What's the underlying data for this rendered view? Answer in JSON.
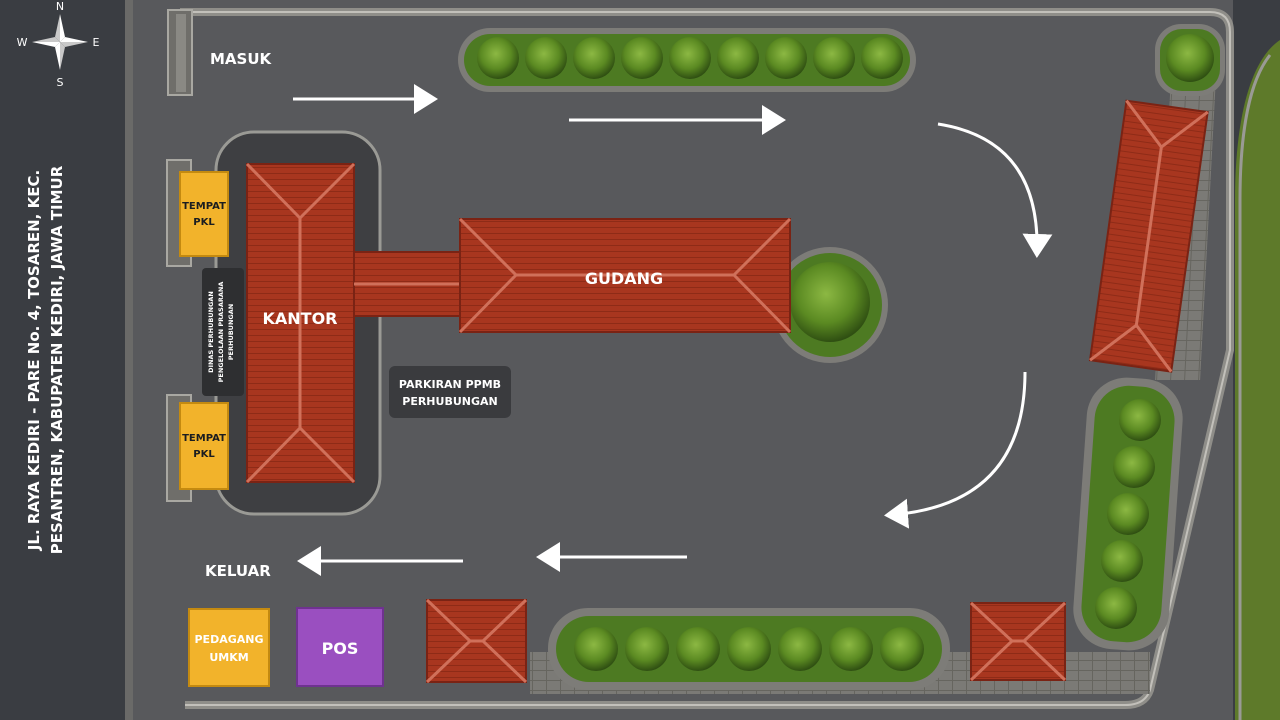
{
  "compass": {
    "north": "N",
    "south": "S",
    "east": "E",
    "west": "W"
  },
  "street": {
    "line1": "JL. RAYA KEDIRI - PARE No. 4, TOSAREN, KEC.",
    "line2": "PESANTREN, KABUPATEN KEDIRI, JAWA TIMUR"
  },
  "labels": {
    "masuk": "MASUK",
    "keluar": "KELUAR",
    "kantor": "KANTOR",
    "gudang": "GUDANG",
    "parkiran_line1": "PARKIRAN PPMB",
    "parkiran_line2": "PERHUBUNGAN",
    "tempat_pkl_top_1": "TEMPAT",
    "tempat_pkl_top_2": "PKL",
    "tempat_pkl_bottom_1": "TEMPAT",
    "tempat_pkl_bottom_2": "PKL",
    "dinas_line1": "DINAS PERHUBUNGAN",
    "dinas_line2": "PENGELOLAAN PRASARANA",
    "dinas_line3": "PERHUBUNGAN",
    "pedagang_1": "PEDAGANG",
    "pedagang_2": "UMKM",
    "pos": "POS"
  },
  "colors": {
    "asphalt": "#58595c",
    "street": "#3a3d42",
    "roof": "#a8361f",
    "roof_ridge": "#d0705a",
    "grass": "#5e7a2a",
    "tree": "#4f7a1e",
    "pkl_yellow": "#f2b32b",
    "pos_purple": "#9a4fc0",
    "arrow": "#ffffff"
  }
}
